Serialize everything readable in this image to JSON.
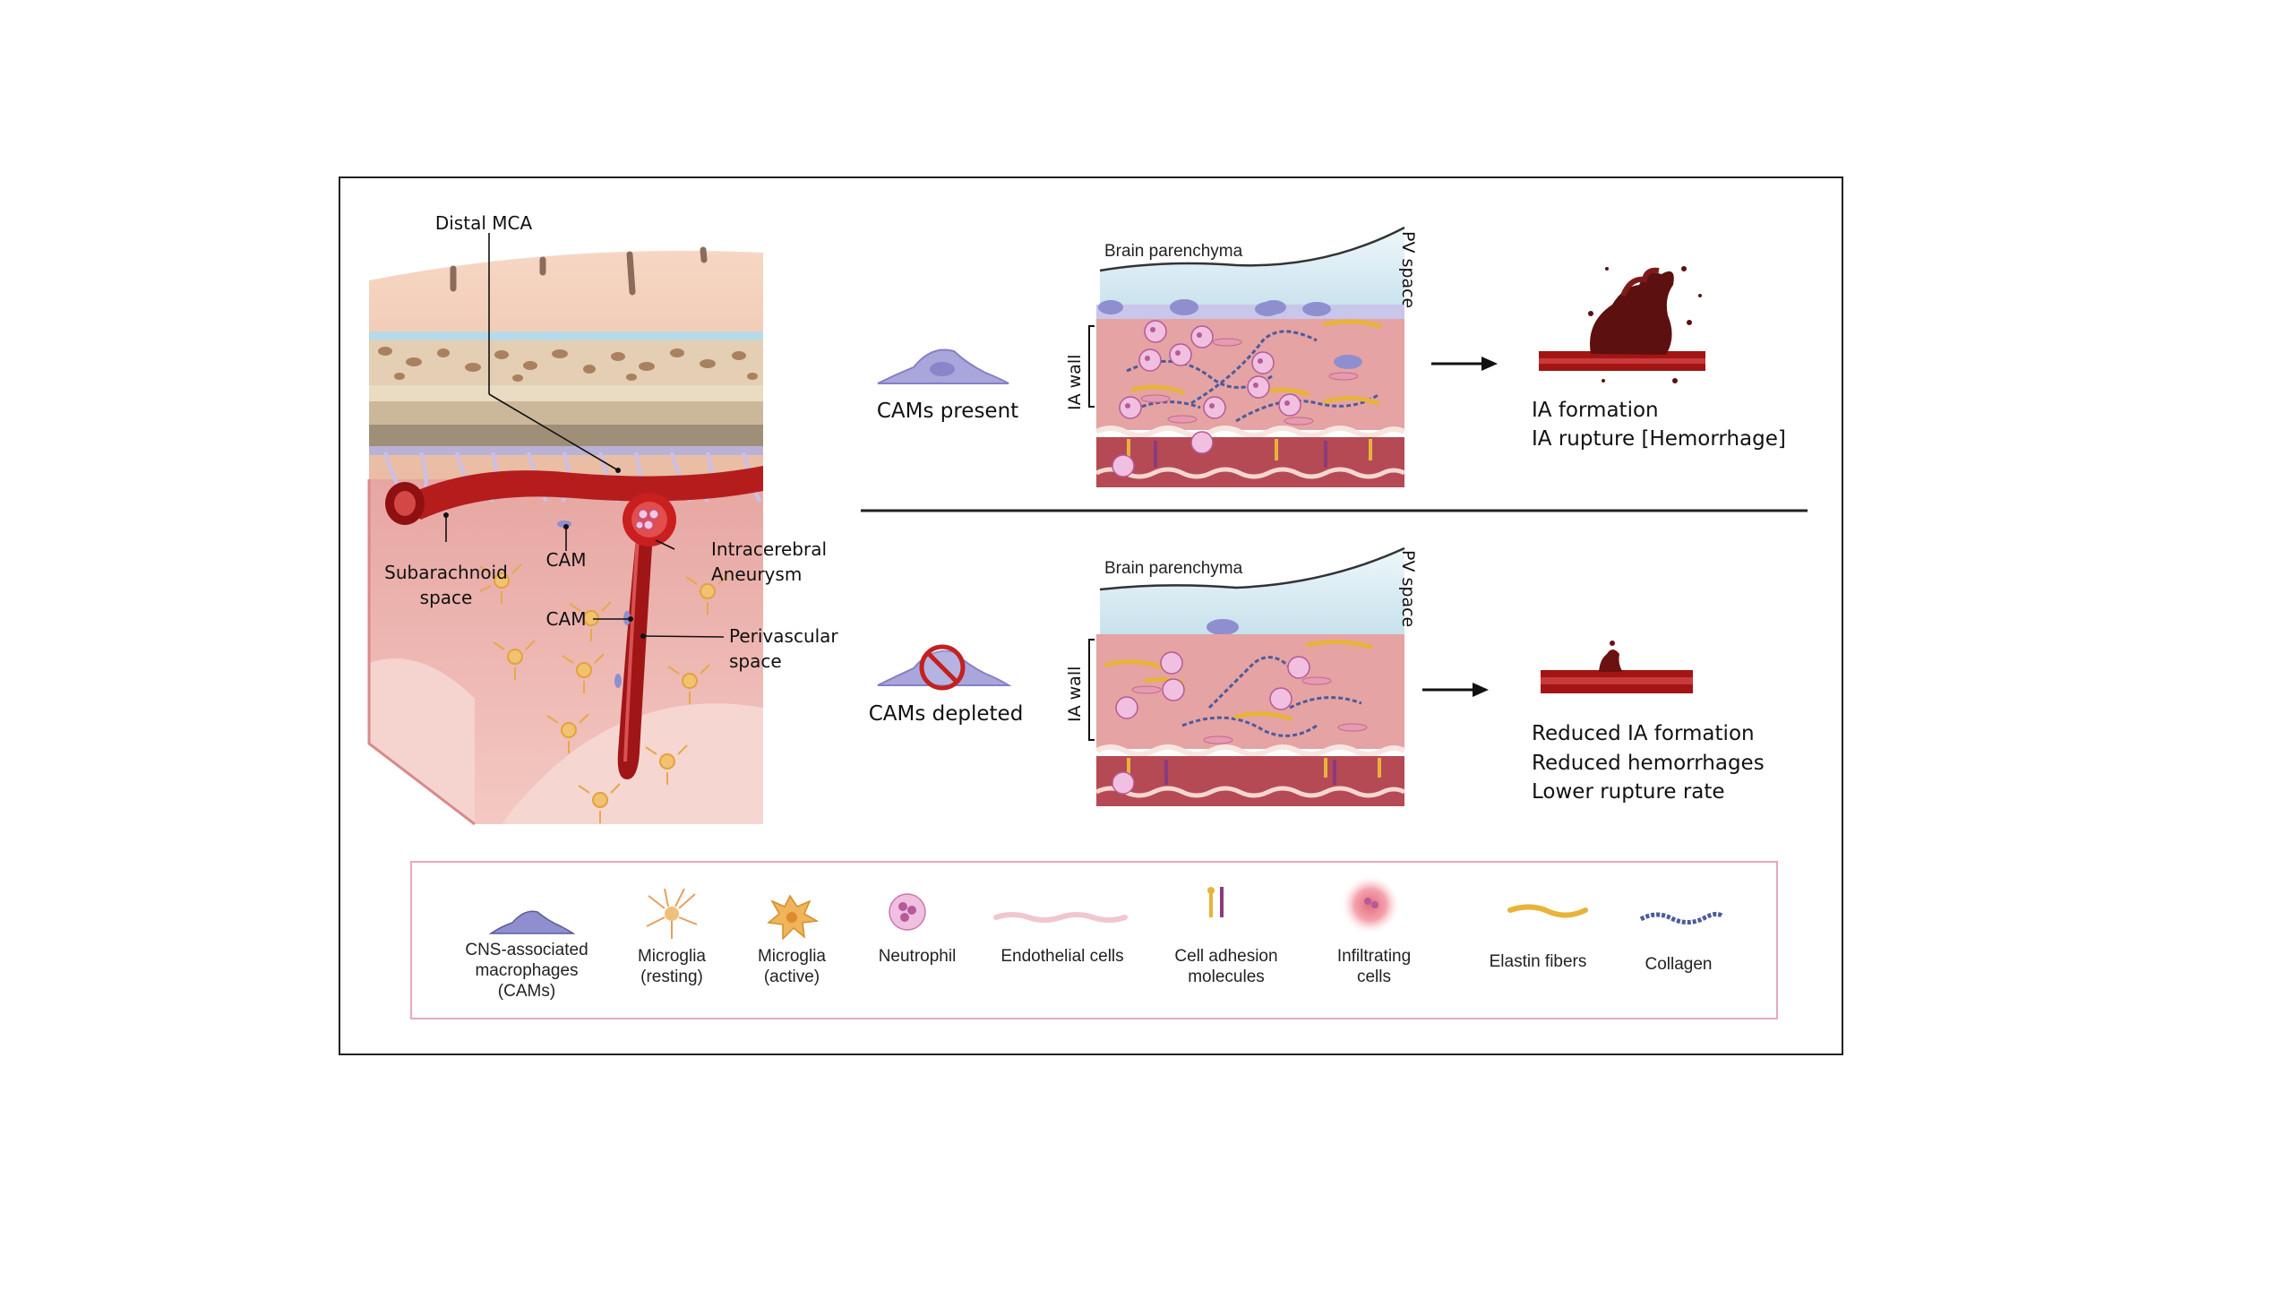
{
  "anatomy": {
    "distal_mca": "Distal MCA",
    "subarachnoid_1": "Subarachnoid",
    "subarachnoid_2": "space",
    "cam_top": "CAM",
    "cam_bottom": "CAM",
    "aneurysm_1": "Intracerebral",
    "aneurysm_2": "Aneurysm",
    "perivascular_1": "Perivascular",
    "perivascular_2": "space"
  },
  "panel_top": {
    "condition": "CAMs present",
    "brain_parenchyma": "Brain parenchyma",
    "pv_space": "PV space",
    "ia_wall": "IA wall",
    "outcomes": [
      "IA formation",
      "IA rupture [Hemorrhage]"
    ]
  },
  "panel_bottom": {
    "condition": "CAMs depleted",
    "brain_parenchyma": "Brain parenchyma",
    "pv_space": "PV space",
    "ia_wall": "IA wall",
    "outcomes": [
      "Reduced IA formation",
      "Reduced hemorrhages",
      "Lower rupture rate"
    ]
  },
  "legend": {
    "items": [
      {
        "lines": [
          "CNS-associated",
          "macrophages",
          "(CAMs)"
        ],
        "icon": "cam-icon"
      },
      {
        "lines": [
          "Microglia",
          "(resting)"
        ],
        "icon": "microglia-resting-icon"
      },
      {
        "lines": [
          "Microglia",
          "(active)"
        ],
        "icon": "microglia-active-icon"
      },
      {
        "lines": [
          "Neutrophil"
        ],
        "icon": "neutrophil-icon"
      },
      {
        "lines": [
          "Endothelial cells"
        ],
        "icon": "endothelial-icon"
      },
      {
        "lines": [
          "Cell adhesion",
          "molecules"
        ],
        "icon": "adhesion-molecule-icon"
      },
      {
        "lines": [
          "Infiltrating",
          "cells"
        ],
        "icon": "infiltrating-cell-icon"
      },
      {
        "lines": [
          "Elastin fibers"
        ],
        "icon": "elastin-icon"
      },
      {
        "lines": [
          "Collagen"
        ],
        "icon": "collagen-icon"
      }
    ]
  },
  "colors": {
    "frame": "#222222",
    "wall": "#d98a8c",
    "vessel": "#a31515",
    "cam": "#8f8fcf",
    "neutrophil": "#e89ccf",
    "elastin": "#e8b33a",
    "collagen": "#4b5b9c",
    "parenchyma": "#d7ebf2"
  }
}
